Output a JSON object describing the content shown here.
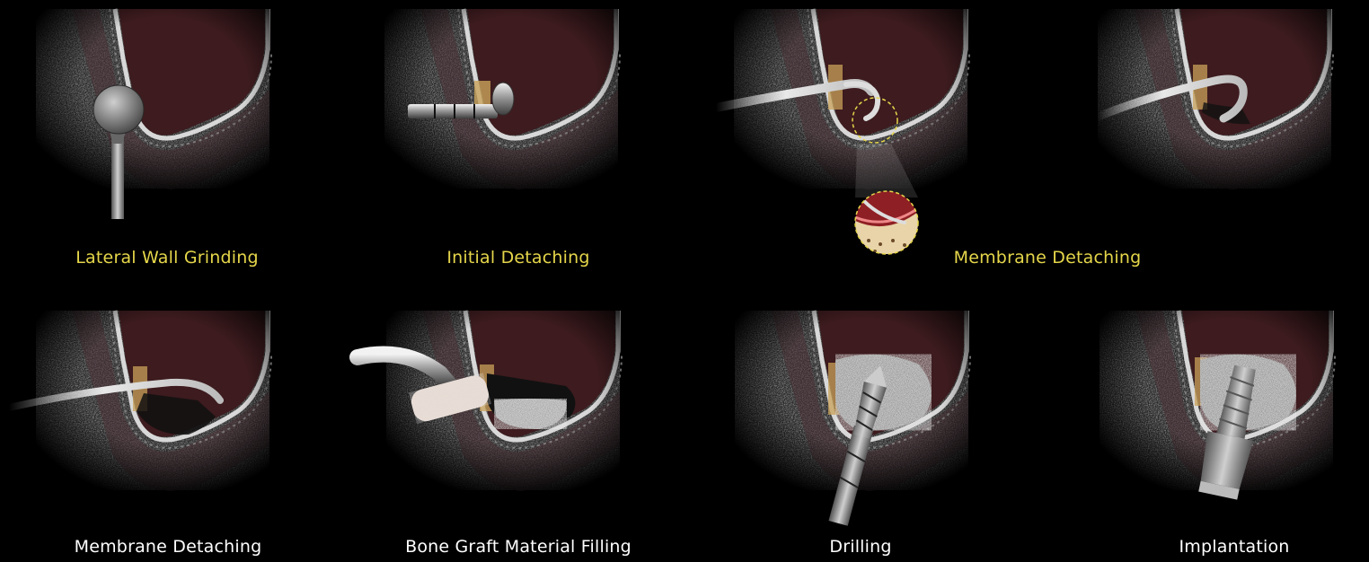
{
  "colors": {
    "highlight_caption": "#e5d64a",
    "normal_caption": "#ffffff",
    "sinus_cavity": "#3d1b1e",
    "bone_wall": "#e8e8e8",
    "bone_graft": "#bdbdbd",
    "background": "#000000"
  },
  "steps": [
    {
      "caption": "Lateral Wall Grinding",
      "tool": "round-bur"
    },
    {
      "caption": "Initial Detaching",
      "tool": "initial-detacher"
    },
    {
      "caption": "Membrane Detaching",
      "tool": "curved-elevator",
      "zoom_inset": true
    },
    {
      "caption": "Membrane Detaching",
      "tool": "curved-elevator"
    },
    {
      "caption": "Bone Graft Material Filling",
      "tool": "graft-carrier"
    },
    {
      "caption": "Drilling",
      "tool": "drill"
    },
    {
      "caption": "Implantation",
      "tool": "implant"
    }
  ]
}
